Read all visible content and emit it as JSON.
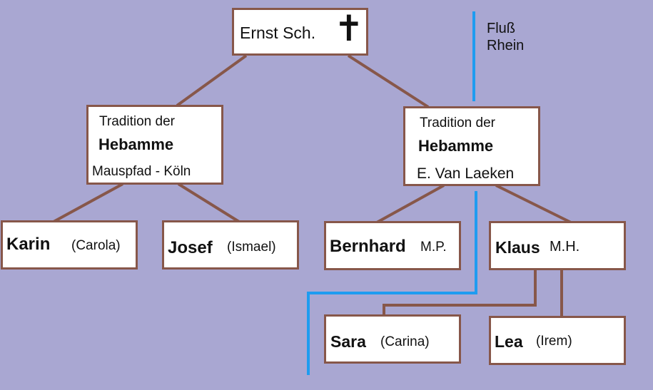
{
  "root": {
    "name": "Ernst Sch.",
    "cross_symbol": "✝"
  },
  "left_branch": {
    "line1": "Tradition der",
    "line2": "Hebamme",
    "line3": "Mauspfad - Köln"
  },
  "right_branch": {
    "line1": "Tradition der",
    "line2": "Hebamme",
    "line3": "E. Van Laeken"
  },
  "river": {
    "line1": "Fluß",
    "line2": "Rhein"
  },
  "children": {
    "karin": {
      "name": "Karin",
      "alias": "(Carola)"
    },
    "josef": {
      "name": "Josef",
      "alias": "(Ismael)"
    },
    "bernhard": {
      "name": "Bernhard",
      "alias": "M.P."
    },
    "klaus": {
      "name": "Klaus",
      "alias": "M.H."
    }
  },
  "grandchildren": {
    "sara": {
      "name": "Sara",
      "alias": "(Carina)"
    },
    "lea": {
      "name": "Lea",
      "alias": "(Irem)"
    }
  },
  "colors": {
    "background": "#a9a7d2",
    "connector": "#87574a",
    "river": "#1e9cf0",
    "box_fill": "#ffffff"
  }
}
